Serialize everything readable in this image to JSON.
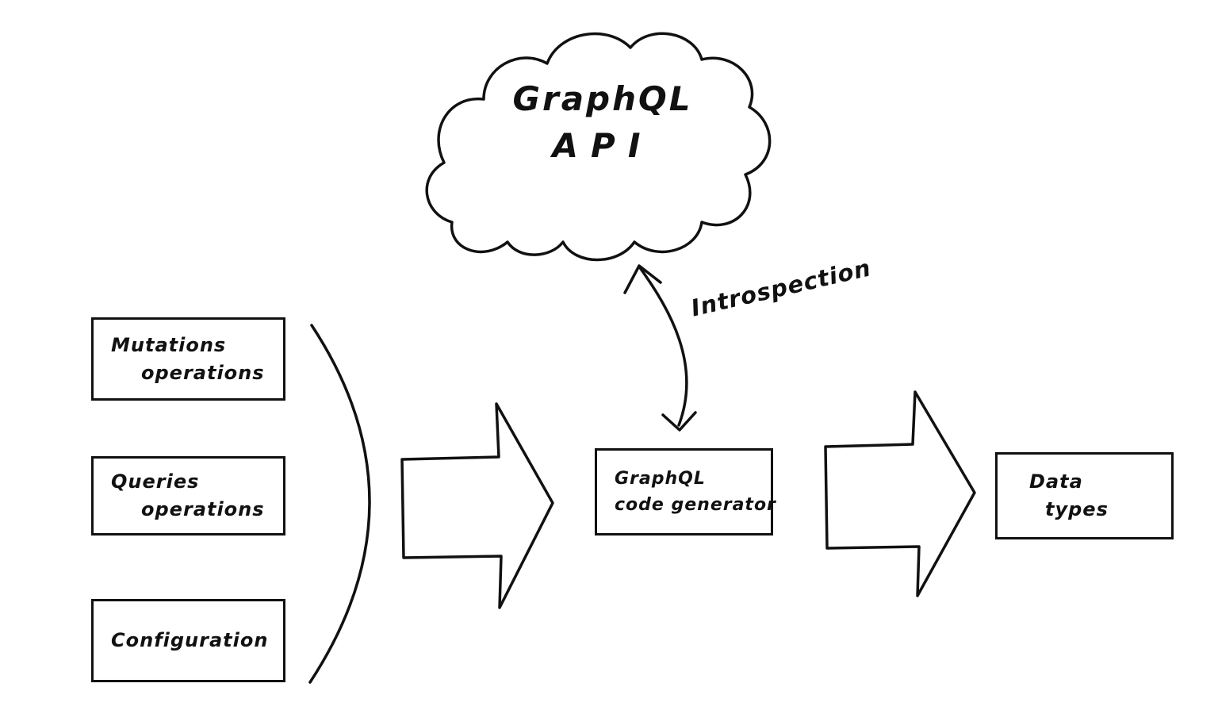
{
  "cloud": {
    "line1": "GraphQL",
    "line2": "API"
  },
  "labels": {
    "introspection": "Introspection"
  },
  "boxes": {
    "mutations": {
      "line1": "Mutations",
      "line2": "operations"
    },
    "queries": {
      "line1": "Queries",
      "line2": "operations"
    },
    "configuration": {
      "line1": "Configuration"
    },
    "generator": {
      "line1": "GraphQL",
      "line2": "code generator"
    },
    "datatypes": {
      "line1": "Data",
      "line2": "types"
    }
  },
  "colors": {
    "ink": "#111111",
    "background": "#ffffff"
  }
}
